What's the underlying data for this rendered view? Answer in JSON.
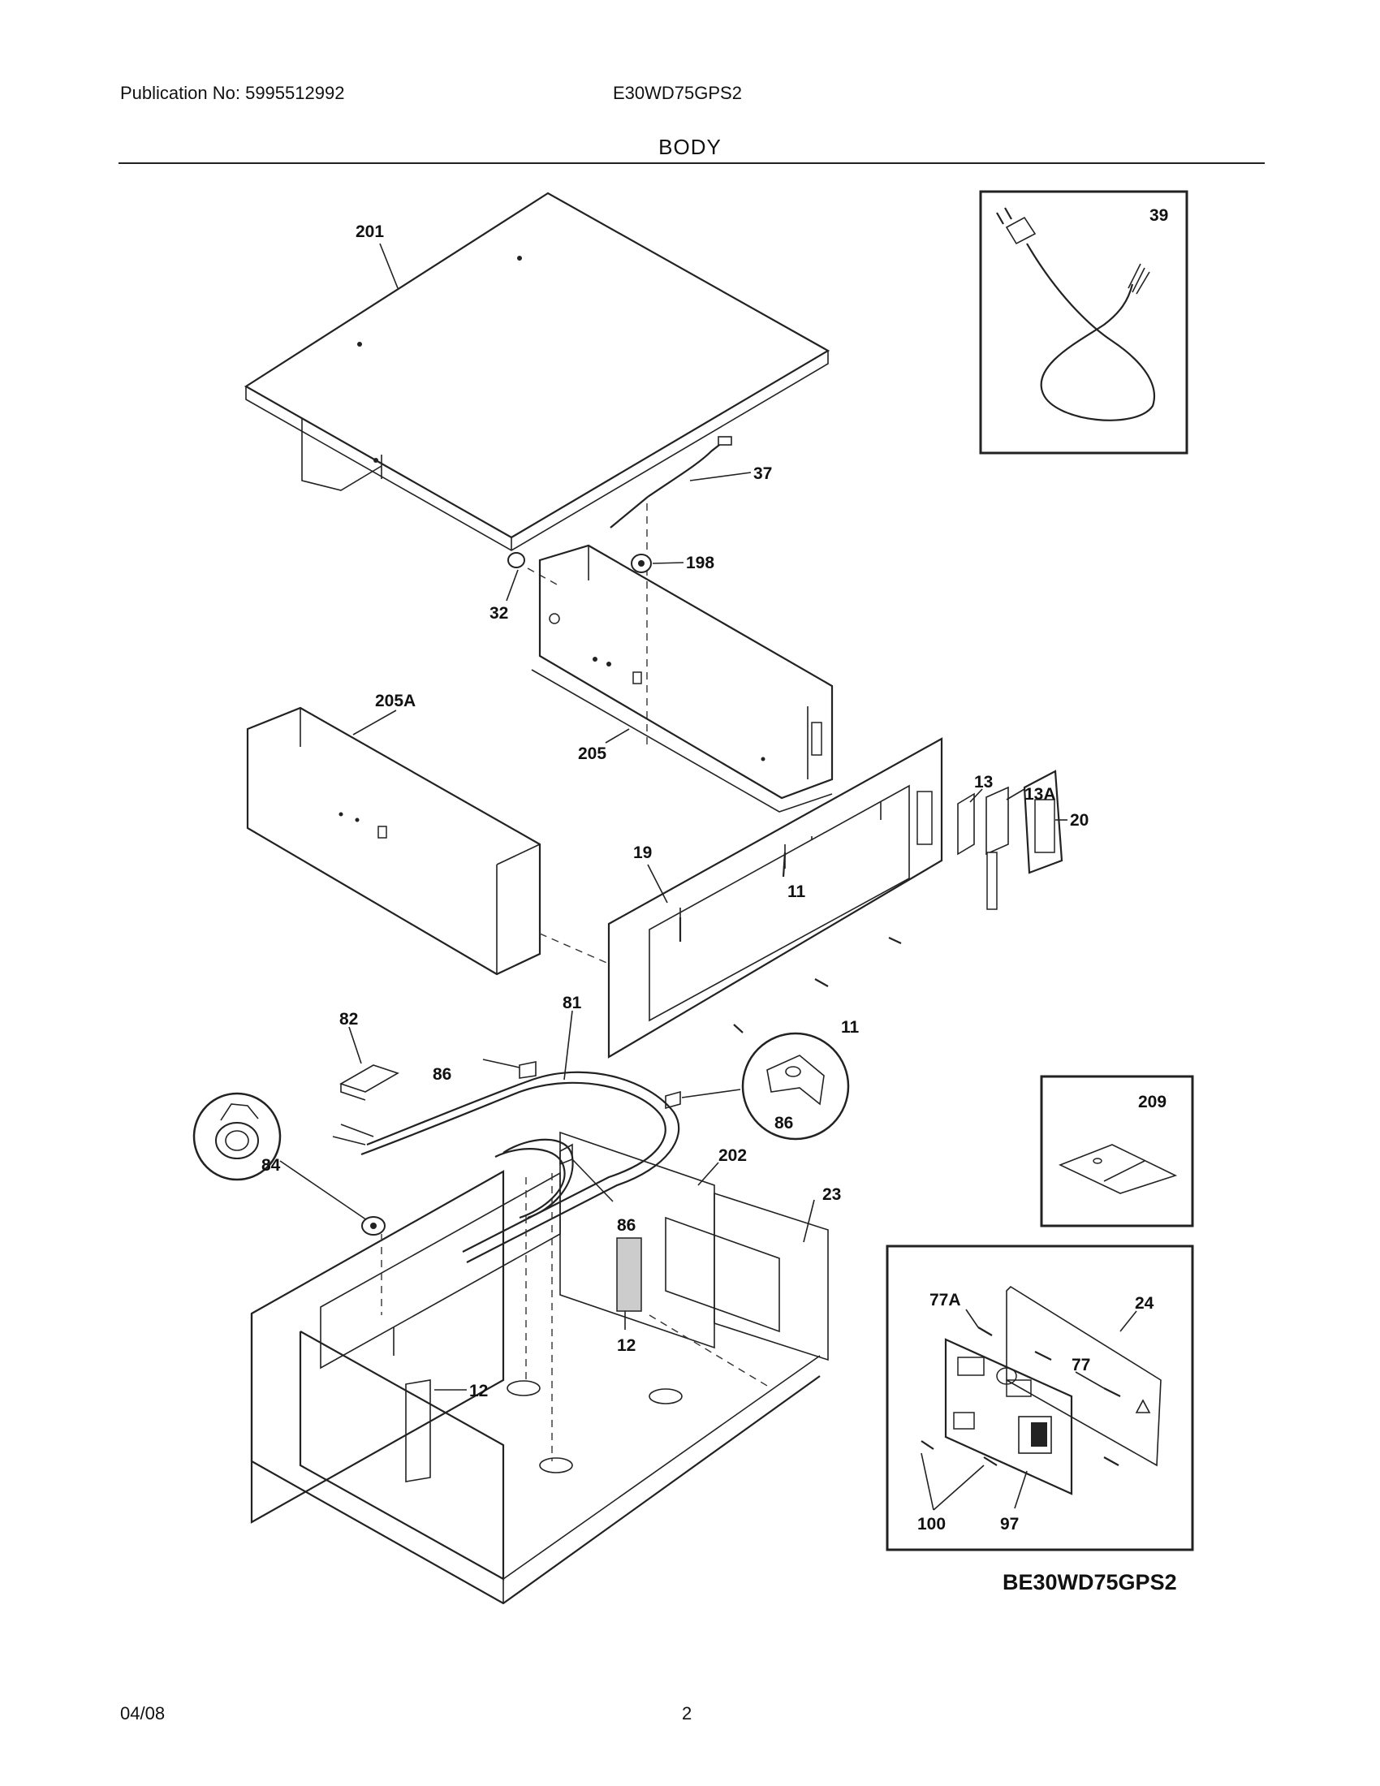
{
  "header": {
    "publication": "Publication No: 5995512992",
    "model": "E30WD75GPS2",
    "section": "BODY"
  },
  "callouts": {
    "p201": "201",
    "p37": "37",
    "p198": "198",
    "p32": "32",
    "p205A": "205A",
    "p205": "205",
    "p13": "13",
    "p13A": "13A",
    "p20": "20",
    "p19": "19",
    "p11a": "11",
    "p11b": "11",
    "p81": "81",
    "p82": "82",
    "p86a": "86",
    "p86b": "86",
    "p86c": "86",
    "p84": "84",
    "p202": "202",
    "p23": "23",
    "p12a": "12",
    "p12b": "12",
    "p39": "39",
    "p209": "209",
    "p77A": "77A",
    "p24": "24",
    "p77": "77",
    "p100": "100",
    "p97": "97"
  },
  "diagram_code": "BE30WD75GPS2",
  "footer": {
    "date": "04/08",
    "page": "2"
  }
}
